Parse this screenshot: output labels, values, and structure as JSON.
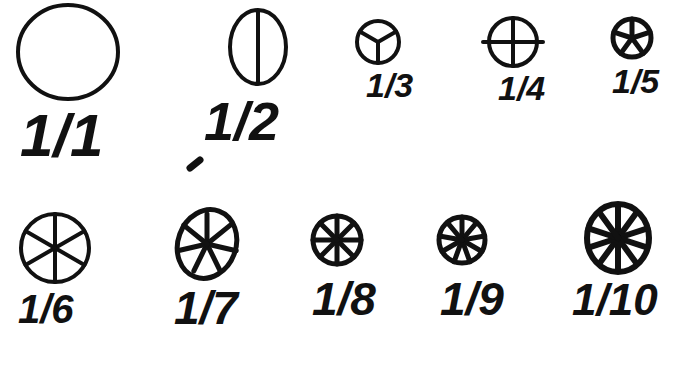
{
  "diagram": {
    "labels": [
      "1/1",
      "1/2",
      "1/3",
      "1/4",
      "1/5",
      "1/6",
      "1/7",
      "1/8",
      "1/9",
      "1/10"
    ]
  }
}
